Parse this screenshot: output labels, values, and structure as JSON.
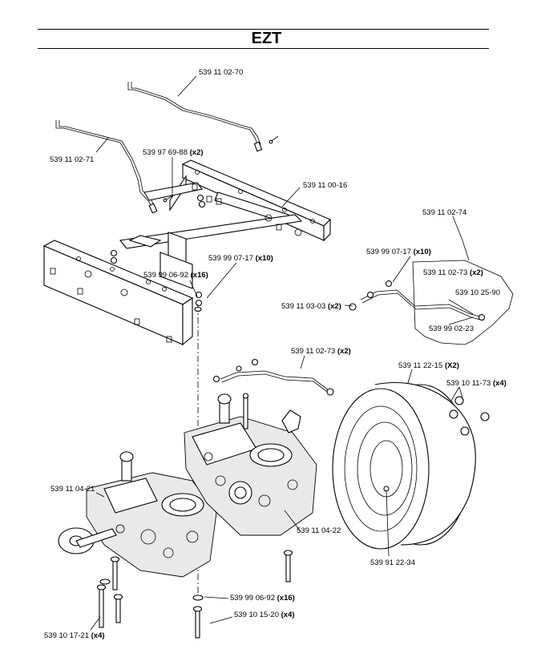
{
  "title": "EZT",
  "callouts": [
    {
      "id": "p1",
      "part": "539 11 02-70",
      "qty": ""
    },
    {
      "id": "p2",
      "part": "539 11 02-71",
      "qty": ""
    },
    {
      "id": "p3",
      "part": "539 97 69-88",
      "qty": "(x2)"
    },
    {
      "id": "p4",
      "part": "539 11 00-16",
      "qty": ""
    },
    {
      "id": "p5",
      "part": "539 11 02-74",
      "qty": ""
    },
    {
      "id": "p6",
      "part": "539 99 07-17",
      "qty": "(x10)"
    },
    {
      "id": "p7",
      "part": "539 11 02-73",
      "qty": "(x2)"
    },
    {
      "id": "p8",
      "part": "539 10 25-90",
      "qty": ""
    },
    {
      "id": "p9",
      "part": "539 11 03-03",
      "qty": "(x2)"
    },
    {
      "id": "p10",
      "part": "539 99 02-23",
      "qty": ""
    },
    {
      "id": "p11",
      "part": "539 99 07-17",
      "qty": "(x10)"
    },
    {
      "id": "p12",
      "part": "539 99 06-92",
      "qty": "(x16)"
    },
    {
      "id": "p13",
      "part": "539 11 02-73",
      "qty": "(x2)"
    },
    {
      "id": "p14",
      "part": "539 11 22-15",
      "qty": "(X2)"
    },
    {
      "id": "p15",
      "part": "539 10 11-73",
      "qty": "(x4)"
    },
    {
      "id": "p16",
      "part": "539 11 04-21",
      "qty": ""
    },
    {
      "id": "p17",
      "part": "539 11 04-22",
      "qty": ""
    },
    {
      "id": "p18",
      "part": "539 91 22-34",
      "qty": ""
    },
    {
      "id": "p19",
      "part": "539 99 06-92",
      "qty": "(x16)"
    },
    {
      "id": "p20",
      "part": "539 10 15-20",
      "qty": "(x4)"
    },
    {
      "id": "p21",
      "part": "539 10 17-21",
      "qty": "(x4)"
    }
  ]
}
